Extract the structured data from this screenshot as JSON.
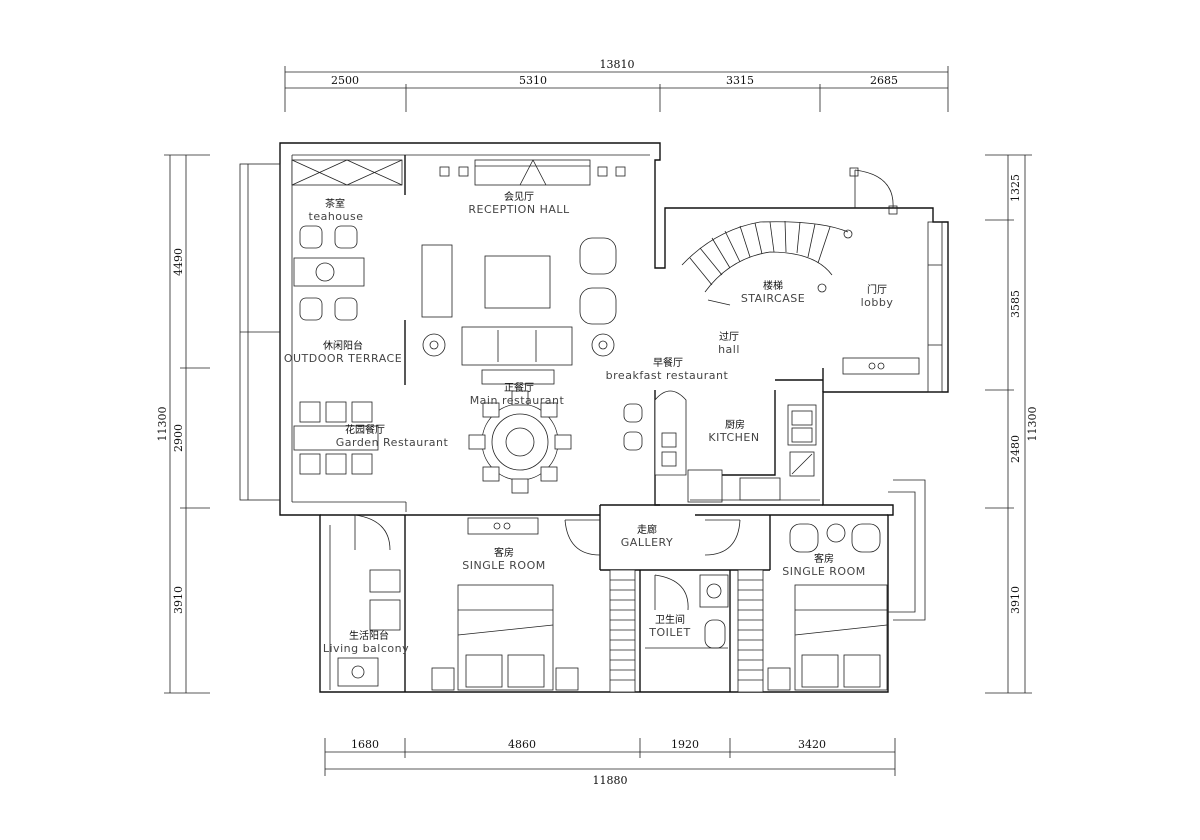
{
  "dimensions": {
    "top_total": "13810",
    "top": [
      "2500",
      "5310",
      "3315",
      "2685"
    ],
    "bottom": [
      "1680",
      "4860",
      "1920",
      "3420"
    ],
    "bottom_total": "11880",
    "left_total": "11300",
    "left": [
      "4490",
      "2900",
      "3910"
    ],
    "right_total": "11300",
    "right": [
      "1325",
      "3585",
      "2480",
      "3910"
    ]
  },
  "rooms": {
    "teahouse": {
      "cn": "茶室",
      "en": "teahouse"
    },
    "reception": {
      "cn": "会见厅",
      "en": "RECEPTION HALL"
    },
    "staircase": {
      "cn": "楼梯",
      "en": "STAIRCASE"
    },
    "lobby": {
      "cn": "门厅",
      "en": "lobby"
    },
    "terrace": {
      "cn": "休闲阳台",
      "en": "OUTDOOR TERRACE"
    },
    "hall": {
      "cn": "过厅",
      "en": "hall"
    },
    "breakfast": {
      "cn": "早餐厅",
      "en": "breakfast restaurant"
    },
    "main_restaurant": {
      "cn": "正餐厅",
      "en": "Main restaurant"
    },
    "garden": {
      "cn": "花园餐厅",
      "en": "Garden Restaurant"
    },
    "kitchen": {
      "cn": "厨房",
      "en": "KITCHEN"
    },
    "gallery": {
      "cn": "走廊",
      "en": "GALLERY"
    },
    "single_room_1": {
      "cn": "客房",
      "en": "SINGLE ROOM"
    },
    "single_room_2": {
      "cn": "客房",
      "en": "SINGLE ROOM"
    },
    "toilet": {
      "cn": "卫生间",
      "en": "TOILET"
    },
    "living_balcony": {
      "cn": "生活阳台",
      "en": "Living balcony"
    }
  },
  "colors": {
    "line": "#111111",
    "label_en": "#444444"
  }
}
